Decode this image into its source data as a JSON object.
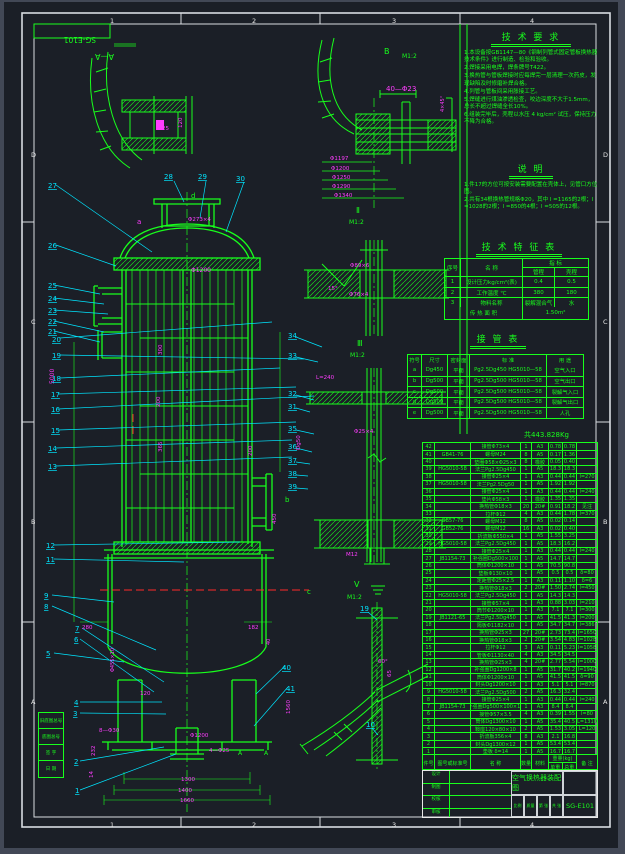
{
  "sheet": {
    "doc_number": "SG-E101",
    "section_ref_box": "SG-E101",
    "section_label": "A—A",
    "zone_numbers": [
      "1",
      "2",
      "3",
      "4"
    ],
    "zone_letters": [
      "D",
      "C",
      "B",
      "A"
    ]
  },
  "tech_requirements": {
    "title": "技 术 要 求",
    "items": [
      "1.本设备按GB1147—80《钢制列管式固定管板换热器技术条件》进行制造、检验和验收。",
      "2.焊接采用电焊，焊条牌号T422。",
      "3.换热管与管板焊接时应每焊完一层清理一次药皮，发现缺陷及时修磨补焊合格。",
      "4.列管与管板间采用胀接工艺。",
      "5.焊缝进行煤油渗透检查，咬边深度不大于1.5mm，总长不超过焊缝全长10%。",
      "6.组装完毕后，壳程以水压 4 kg/cm² 试压，保持压力不降为合格。"
    ]
  },
  "notes": {
    "title": "说  明",
    "items": [
      "1.件17的方位可按安装需要配置在壳体上，见管口方位图。",
      "2.共有34根换热管规格Φ20，其中 l =1165的2根；l =1028的2根；l =850的4根；l =505的12根。"
    ]
  },
  "characteristics_table": {
    "title": "技 术 特 征 表",
    "h_no": "序号",
    "h_name": "名   称",
    "h_index": "指   标",
    "h_tube": "管程",
    "h_shell": "壳程",
    "rows": [
      [
        "1",
        "设计压力kg/cm²(表)",
        "0.4",
        "0.5"
      ],
      [
        "2",
        "工作温度 ℃",
        "380",
        "180"
      ],
      [
        "3",
        "物料名称",
        "裂解混合气",
        "水"
      ]
    ],
    "footer_label": "传 热 面 积",
    "footer_value": "1.50m²"
  },
  "nozzle_table": {
    "title": "接  管  表",
    "headers": [
      "符号",
      "尺寸",
      "密封面",
      "标      准",
      "用  途"
    ],
    "rows": [
      [
        "a",
        "Dg450",
        "平面",
        "Pg2.5Dg450 HG5010—58",
        "空气入口"
      ],
      [
        "b",
        "Dg500",
        "平面",
        "Pg2.5Dg500 HG5010—58",
        "空气出口"
      ],
      [
        "c",
        "Dg500",
        "平面",
        "Pg2.5Dg500 HG5010—58",
        "裂解气入口"
      ],
      [
        "d",
        "Dg500",
        "平面",
        "Pg2.5Dg500 HG5010—58",
        "裂解气出口"
      ],
      [
        "e",
        "Dg500",
        "平面",
        "Pg2.5Dg500 HG5010—58",
        "人孔"
      ]
    ]
  },
  "total_weight": "共443.828Kg",
  "bom": {
    "headers": {
      "no": "件号",
      "std": "图号或标准号",
      "name": "名  称",
      "qty": "数量",
      "mat": "材料",
      "wgroup": "重量(kg)",
      "uw": "单重",
      "tw": "总重",
      "note": "备 注"
    },
    "rows": [
      [
        "42",
        "",
        "接管Φ73×4",
        "1",
        "A3",
        "0.78",
        "0.78",
        ""
      ],
      [
        "41",
        "GB41-76",
        "螺母M24",
        "8",
        "A5",
        "0.17",
        "1.36",
        ""
      ],
      [
        "40",
        "",
        "垫圈Φ58×Φ25×3",
        "8",
        "橡胶",
        "0.05",
        "0.40",
        ""
      ],
      [
        "39",
        "HG5010-58",
        "法兰Pg2.5Dg450",
        "1",
        "A5",
        "18.3",
        "18.3",
        ""
      ],
      [
        "38",
        "",
        "接管Φ25×4",
        "1",
        "A3",
        "0.44",
        "0.44",
        "l=270"
      ],
      [
        "37",
        "HG5010-58",
        "法兰Pg2.5Dg50",
        "1",
        "A5",
        "1.92",
        "1.92",
        ""
      ],
      [
        "36",
        "",
        "接管Φ25×4",
        "1",
        "A3",
        "0.44",
        "0.44",
        "l=240"
      ],
      [
        "35",
        "",
        "垫片Φ58×3",
        "1",
        "橡胶",
        "1.35",
        "1.35",
        ""
      ],
      [
        "34",
        "",
        "换热管Φ18×3",
        "20",
        "20#",
        "0.91",
        "18.2",
        "见注"
      ],
      [
        "33",
        "",
        "拉杆Φ12",
        "4",
        "A3",
        "0.44",
        "1.78",
        "l=370"
      ],
      [
        "32",
        "GB57-76",
        "螺母M12",
        "8",
        "A5",
        "0.02",
        "0.14",
        ""
      ],
      [
        "31",
        "GB52-76",
        "螺母M12",
        "16",
        "A3",
        "0.02",
        "0.40",
        ""
      ],
      [
        "30",
        "",
        "折流板Φ550×4",
        "1",
        "A5",
        "1.55",
        "3.25",
        ""
      ],
      [
        "29",
        "HG5010-58",
        "法兰Pg2.5Dg450",
        "1",
        "A5",
        "18.3",
        "16.2",
        ""
      ],
      [
        "28",
        "",
        "接管Φ25×4",
        "1",
        "A3",
        "0.44",
        "0.44",
        "l=240"
      ],
      [
        "27",
        "JB1154-73",
        "补强圈Dg500×100",
        "1",
        "A5",
        "14.7",
        "14.7",
        ""
      ],
      [
        "26",
        "",
        "筒体Φ1200×10",
        "1",
        "A5",
        "70.5",
        "90.8",
        ""
      ],
      [
        "25",
        "",
        "垫板Φ130×10",
        "1",
        "A5",
        "0.5",
        "0.5",
        "δ=80"
      ],
      [
        "24",
        "",
        "定距管Φ25×2.5",
        "1",
        "A3",
        "0.11",
        "1.10",
        "δ=6"
      ],
      [
        "23",
        "",
        "换热管Φ18×3",
        "2",
        "20#",
        "1.50",
        "2.74",
        "l=450"
      ],
      [
        "22",
        "HG5010-58",
        "法兰Pg2.5Dg450",
        "1",
        "A5",
        "14.3",
        "14.3",
        ""
      ],
      [
        "21",
        "",
        "接管Φ57×4",
        "1",
        "A3",
        "0.88",
        "3.03",
        "l=210"
      ],
      [
        "20",
        "",
        "筒节Φ1200×10",
        "1",
        "A3",
        "7.1",
        "7.1",
        "l=300"
      ],
      [
        "19",
        "JB1121-65",
        "法兰Pg2.5Dg450",
        "1",
        "A5",
        "41.5",
        "41.3",
        "l=200"
      ],
      [
        "18",
        "",
        "隔板Φ1182×10",
        "1",
        "A5",
        "34.7",
        "34.7",
        "l=386"
      ],
      [
        "17",
        "",
        "换热管Φ25×3",
        "27",
        "20#",
        "2.73",
        "73.4",
        "l=1650"
      ],
      [
        "16",
        "",
        "换热管Φ18×3",
        "2",
        "20#",
        "3.54",
        "4.83",
        "l=1028"
      ],
      [
        "15",
        "",
        "拉杆Φ12",
        "3",
        "A3",
        "0.11",
        "5.23",
        "l=1058"
      ],
      [
        "14",
        "",
        "管板Φ1130×40",
        "4",
        "A3",
        "34.5",
        "34.5",
        ""
      ],
      [
        "13",
        "",
        "换热管Φ25×3",
        "4",
        "20#",
        "2.77",
        "5.54",
        "l=1000"
      ],
      [
        "12",
        "",
        "补强圈Dg1200×8",
        "1",
        "A5",
        "31.7",
        "40.2",
        "l=1940"
      ],
      [
        "11",
        "",
        "筒体Φ1200×10",
        "1",
        "A5",
        "41.5",
        "41.5",
        "δ=90"
      ],
      [
        "10",
        "",
        "封头Dg1200×10",
        "1",
        "A3",
        "5.1",
        "5.1",
        "l=870"
      ],
      [
        "9",
        "HG5010-58",
        "法兰Pg2.5Dg500",
        "2",
        "A5",
        "16.3",
        "32.4",
        ""
      ],
      [
        "8",
        "",
        "接管Φ25×4",
        "1",
        "A3",
        "0.44",
        "0.44",
        "l=240"
      ],
      [
        "7",
        "JB1154-73",
        "补强圈Dg500×100×10",
        "1",
        "A3",
        "8.4",
        "8.4",
        ""
      ],
      [
        "6",
        "",
        "接管Φ57×3.5",
        "4",
        "A3",
        "0.39",
        "1.55",
        "l=80"
      ],
      [
        "5",
        "",
        "筒体Dg1300×10",
        "1",
        "A5",
        "35.4",
        "40.5",
        "L=1310"
      ],
      [
        "4",
        "",
        "鞍座120×80×10",
        "2",
        "A5",
        "1.53",
        "3.05",
        "L=120"
      ],
      [
        "3",
        "",
        "折流板356×4",
        "8",
        "A3",
        "2.1",
        "16.8",
        ""
      ],
      [
        "2",
        "",
        "封头Dg1300×12",
        "1",
        "A5",
        "53.4",
        "53.4",
        ""
      ],
      [
        "1",
        "",
        "垫板 δ=14",
        "1",
        "A5",
        "16.7",
        "16.7",
        ""
      ]
    ]
  },
  "title_block": {
    "title": "空气换热器装配图",
    "code": "SG-E101",
    "sign_rows": [
      "设计",
      "制图",
      "校核",
      "审核"
    ],
    "info_cells": [
      "比例",
      "质量",
      "第 张",
      "共 张"
    ]
  },
  "mgmt_block": [
    "旧底图总号",
    "底图总号",
    "签 字",
    "日 期"
  ],
  "svg_labels": [
    [
      "1",
      106,
      21,
      "w",
      6.5
    ],
    [
      "2",
      248,
      21,
      "w",
      6.5
    ],
    [
      "3",
      388,
      21,
      "w",
      6.5
    ],
    [
      "4",
      526,
      21,
      "w",
      6.5
    ],
    [
      "1",
      106,
      825,
      "w",
      6.5
    ],
    [
      "2",
      248,
      825,
      "w",
      6.5
    ],
    [
      "3",
      388,
      825,
      "w",
      6.5
    ],
    [
      "4",
      526,
      825,
      "w",
      6.5
    ],
    [
      "D",
      27,
      155,
      "w",
      6.5
    ],
    [
      "C",
      27,
      322,
      "w",
      6.5
    ],
    [
      "B",
      27,
      522,
      "w",
      6.5
    ],
    [
      "A",
      27,
      702,
      "w",
      6.5
    ],
    [
      "D",
      599,
      155,
      "w",
      6.5
    ],
    [
      "C",
      599,
      322,
      "w",
      6.5
    ],
    [
      "B",
      599,
      522,
      "w",
      6.5
    ],
    [
      "A",
      599,
      702,
      "w",
      6.5
    ],
    [
      "SG-E101",
      92,
      35,
      "g",
      7.5,
      180
    ],
    [
      "A—A",
      110,
      52,
      "g",
      8,
      180
    ],
    [
      "25",
      158,
      128,
      "m",
      5.5
    ],
    [
      "120",
      178,
      126,
      "m",
      5.5,
      -90
    ],
    [
      "d",
      187,
      196,
      "g",
      7
    ],
    [
      "Φ273×4",
      184,
      219,
      "m",
      5.5
    ],
    [
      "a",
      133,
      222,
      "m",
      7
    ],
    [
      "Φ1200",
      187,
      270,
      "m",
      6
    ],
    [
      "5000",
      50,
      382,
      "m",
      6,
      -90
    ],
    [
      "300",
      158,
      353,
      "m",
      5.5,
      -90
    ],
    [
      "200",
      156,
      405,
      "m",
      5.5,
      -90
    ],
    [
      "365",
      158,
      450,
      "m",
      5.5,
      -90
    ],
    [
      "200",
      248,
      454,
      "m",
      5.5,
      -90
    ],
    [
      "450",
      272,
      522,
      "m",
      5.5,
      -90
    ],
    [
      "b",
      281,
      500,
      "g",
      7
    ],
    [
      "c",
      303,
      592,
      "g",
      7
    ],
    [
      "280",
      78,
      627,
      "m",
      5.5
    ],
    [
      "182",
      244,
      627,
      "m",
      5.5
    ],
    [
      "Φ455×10",
      110,
      670,
      "m",
      5,
      -90
    ],
    [
      "120",
      136,
      693,
      "m",
      5.5
    ],
    [
      "8—Φ30",
      95,
      730,
      "m",
      5.5
    ],
    [
      "232",
      91,
      754,
      "m",
      5.5,
      -90
    ],
    [
      "14",
      89,
      776,
      "m",
      5.5,
      -90
    ],
    [
      "Φ1200",
      186,
      735,
      "m",
      5.5
    ],
    [
      "4—Φ25",
      205,
      750,
      "m",
      5.5
    ],
    [
      "1300",
      177,
      779,
      "m",
      5.5
    ],
    [
      "1400",
      174,
      790,
      "m",
      5.5
    ],
    [
      "1660",
      176,
      800,
      "m",
      5.5
    ],
    [
      "1560",
      286,
      712,
      "m",
      5.5,
      -90
    ],
    [
      "40",
      266,
      643,
      "m",
      5,
      -90
    ],
    [
      "A",
      234,
      753,
      "g",
      6
    ],
    [
      "A",
      260,
      753,
      "g",
      6
    ],
    [
      "27",
      44,
      186,
      "c",
      7,
      0,
      1
    ],
    [
      "26",
      44,
      246,
      "c",
      7,
      0,
      1
    ],
    [
      "25",
      44,
      286,
      "c",
      7,
      0,
      1
    ],
    [
      "24",
      44,
      299,
      "c",
      7,
      0,
      1
    ],
    [
      "23",
      44,
      311,
      "c",
      7,
      0,
      1
    ],
    [
      "22",
      44,
      322,
      "c",
      7,
      0,
      1
    ],
    [
      "21",
      44,
      332,
      "c",
      7,
      0,
      1
    ],
    [
      "20",
      48,
      340,
      "c",
      7,
      0,
      1
    ],
    [
      "19",
      48,
      356,
      "c",
      7,
      0,
      1
    ],
    [
      "18",
      48,
      379,
      "c",
      7,
      0,
      1
    ],
    [
      "17",
      47,
      395,
      "c",
      7,
      0,
      1
    ],
    [
      "16",
      47,
      410,
      "c",
      7,
      0,
      1
    ],
    [
      "15",
      47,
      431,
      "c",
      7,
      0,
      1
    ],
    [
      "14",
      44,
      449,
      "c",
      7,
      0,
      1
    ],
    [
      "13",
      44,
      467,
      "c",
      7,
      0,
      1
    ],
    [
      "12",
      42,
      546,
      "c",
      7,
      0,
      1
    ],
    [
      "11",
      42,
      560,
      "c",
      7,
      0,
      1
    ],
    [
      "9",
      40,
      596,
      "c",
      7,
      0,
      1
    ],
    [
      "8",
      40,
      607,
      "c",
      7,
      0,
      1
    ],
    [
      "7",
      71,
      629,
      "c",
      7,
      0,
      1
    ],
    [
      "6",
      70,
      640,
      "c",
      7,
      0,
      1
    ],
    [
      "5",
      42,
      654,
      "c",
      7,
      0,
      1
    ],
    [
      "4",
      70,
      703,
      "c",
      7,
      0,
      1
    ],
    [
      "3",
      69,
      714,
      "c",
      7,
      0,
      1
    ],
    [
      "2",
      70,
      762,
      "c",
      7,
      0,
      1
    ],
    [
      "1",
      71,
      791,
      "c",
      7,
      0,
      1
    ],
    [
      "28",
      160,
      177,
      "c",
      7,
      0,
      1
    ],
    [
      "29",
      194,
      177,
      "c",
      7,
      0,
      1
    ],
    [
      "30",
      232,
      179,
      "c",
      7,
      0,
      1
    ],
    [
      "34",
      284,
      336,
      "c",
      7,
      0,
      1
    ],
    [
      "33",
      284,
      356,
      "c",
      7,
      0,
      1
    ],
    [
      "32",
      284,
      394,
      "c",
      7,
      0,
      1
    ],
    [
      "31",
      284,
      407,
      "c",
      7,
      0,
      1
    ],
    [
      "35",
      284,
      429,
      "c",
      7,
      0,
      1
    ],
    [
      "36",
      284,
      447,
      "c",
      7,
      0,
      1
    ],
    [
      "37",
      284,
      461,
      "c",
      7,
      0,
      1
    ],
    [
      "38",
      284,
      474,
      "c",
      7,
      0,
      1
    ],
    [
      "39",
      284,
      487,
      "c",
      7,
      0,
      1
    ],
    [
      "40",
      278,
      668,
      "c",
      7,
      0,
      1
    ],
    [
      "41",
      282,
      689,
      "c",
      7,
      0,
      1
    ],
    [
      "19",
      356,
      609,
      "c",
      7,
      0,
      1
    ],
    [
      "10",
      362,
      725,
      "c",
      7,
      0,
      1
    ],
    [
      "B",
      380,
      52,
      "g",
      8
    ],
    [
      "M1:2",
      398,
      56,
      "g",
      6
    ],
    [
      "40—Φ23",
      382,
      89,
      "m",
      7
    ],
    [
      "4×45°",
      440,
      110,
      "m",
      5,
      -90
    ],
    [
      "Φ1197",
      326,
      158,
      "m",
      5.5
    ],
    [
      "Φ1200",
      327,
      168,
      "m",
      5.5
    ],
    [
      "Φ1250",
      328,
      177,
      "m",
      5.5
    ],
    [
      "Φ1290",
      328,
      186,
      "m",
      5.5
    ],
    [
      "Φ1340",
      330,
      195,
      "m",
      5.5
    ],
    [
      "Ⅱ",
      352,
      211,
      "g",
      8
    ],
    [
      "M1:2",
      345,
      222,
      "g",
      6
    ],
    [
      "Φ89×6",
      346,
      265,
      "m",
      5.5
    ],
    [
      "15°",
      324,
      288,
      "m",
      5.5
    ],
    [
      "Φ76×4",
      345,
      294,
      "m",
      5.5
    ],
    [
      "Ⅲ",
      353,
      344,
      "g",
      8
    ],
    [
      "M1:2",
      346,
      355,
      "g",
      6
    ],
    [
      "L=240",
      312,
      377,
      "m",
      5.5
    ],
    [
      "Dg50",
      296,
      448,
      "m",
      5.5,
      -90
    ],
    [
      "Φ25×4",
      350,
      431,
      "m",
      5.5
    ],
    [
      "M12",
      342,
      554,
      "m",
      5.5
    ],
    [
      "Ⅴ",
      350,
      585,
      "g",
      8
    ],
    [
      "M1:2",
      343,
      597,
      "g",
      6
    ],
    [
      "60°",
      374,
      661,
      "m",
      5.5
    ],
    [
      "65",
      387,
      675,
      "m",
      5.5,
      -90
    ]
  ]
}
